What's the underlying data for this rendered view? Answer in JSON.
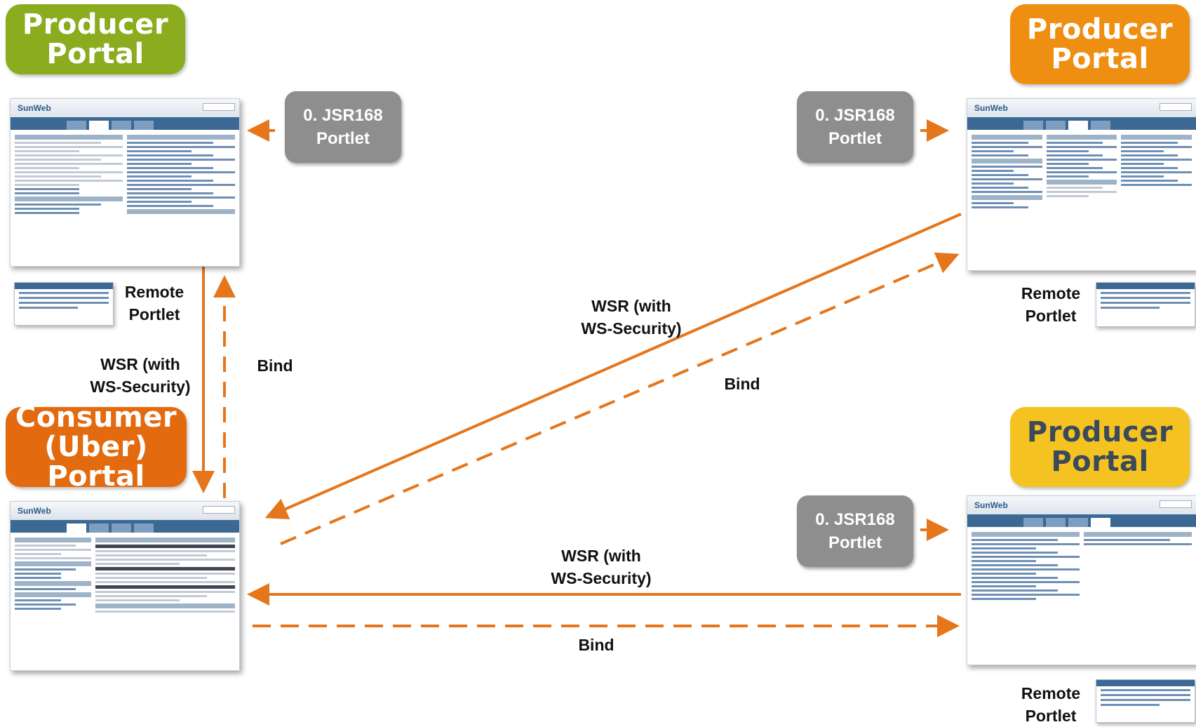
{
  "portals": {
    "producer_top_left": {
      "line1": "Producer",
      "line2": "Portal",
      "color": "#8aac1e"
    },
    "producer_top_right": {
      "line1": "Producer",
      "line2": "Portal",
      "color": "#ef8f12"
    },
    "producer_bottom_right": {
      "line1": "Producer",
      "line2": "Portal",
      "color": "#f5c321",
      "text_color": "#3b4a5a"
    },
    "consumer": {
      "line1": "Consumer",
      "line2": "(Uber) Portal",
      "color": "#e36a0e"
    }
  },
  "jsr_boxes": [
    {
      "line1": "0. JSR168",
      "line2": "Portlet"
    },
    {
      "line1": "0. JSR168",
      "line2": "Portlet"
    },
    {
      "line1": "0. JSR168",
      "line2": "Portlet"
    }
  ],
  "labels": {
    "remote_portlet": {
      "line1": "Remote",
      "line2": "Portlet"
    },
    "wsr": {
      "line1": "WSR (with",
      "line2": "WS-Security)"
    },
    "bind": "Bind"
  },
  "screenshot_text": {
    "logo": "SunWeb"
  },
  "colors": {
    "arrow": "#e5761c",
    "jsr_box": "#8e8e8e"
  }
}
